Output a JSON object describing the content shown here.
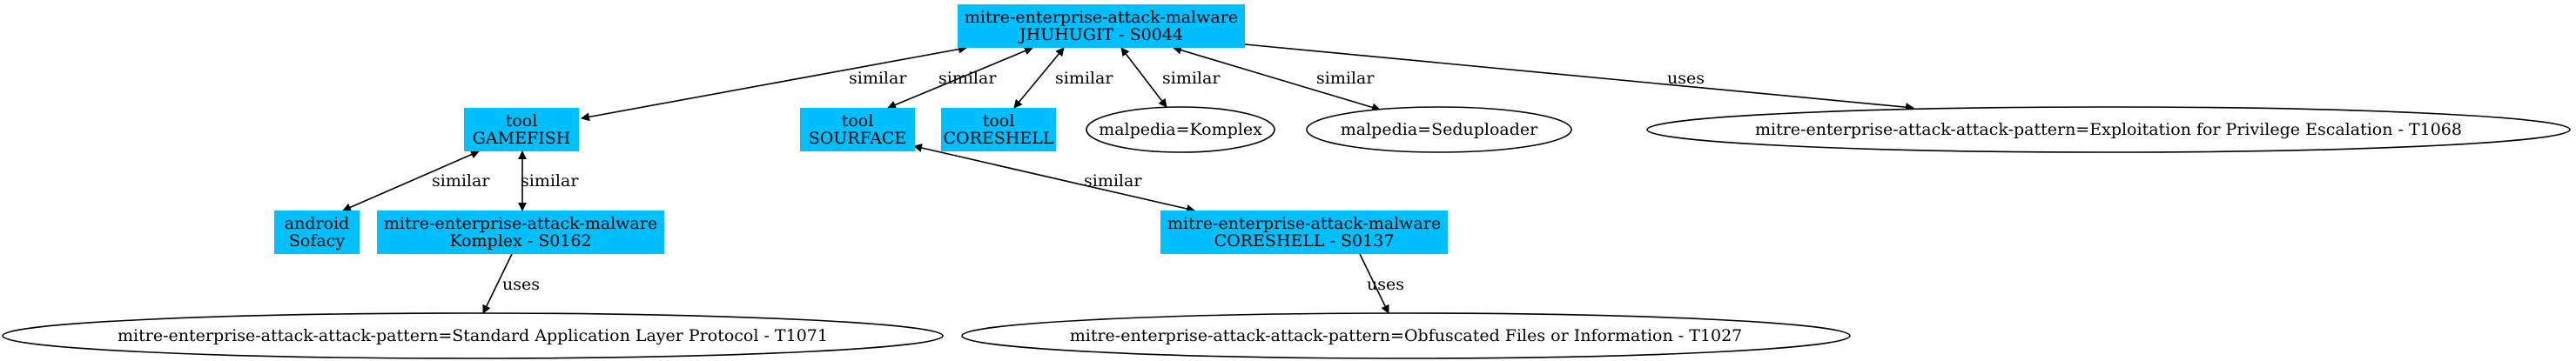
{
  "graph": {
    "node_fill": "#00bfff",
    "nodes": [
      {
        "id": "jhuhugit",
        "shape": "box",
        "lines": [
          "mitre-enterprise-attack-malware",
          "JHUHUGIT - S0044"
        ]
      },
      {
        "id": "gamefish",
        "shape": "box",
        "lines": [
          "tool",
          "GAMEFISH"
        ]
      },
      {
        "id": "sourface",
        "shape": "box",
        "lines": [
          "tool",
          "SOURFACE"
        ]
      },
      {
        "id": "coreshell-tool",
        "shape": "box",
        "lines": [
          "tool",
          "CORESHELL"
        ]
      },
      {
        "id": "malpedia-komplex",
        "shape": "ellipse",
        "lines": [
          "malpedia=Komplex"
        ]
      },
      {
        "id": "malpedia-seduploader",
        "shape": "ellipse",
        "lines": [
          "malpedia=Seduploader"
        ]
      },
      {
        "id": "pattern-t1068",
        "shape": "ellipse",
        "lines": [
          "mitre-enterprise-attack-attack-pattern=Exploitation for Privilege Escalation - T1068"
        ]
      },
      {
        "id": "android-sofacy",
        "shape": "box",
        "lines": [
          "android",
          "Sofacy"
        ]
      },
      {
        "id": "komplex-s0162",
        "shape": "box",
        "lines": [
          "mitre-enterprise-attack-malware",
          "Komplex - S0162"
        ]
      },
      {
        "id": "coreshell-s0137",
        "shape": "box",
        "lines": [
          "mitre-enterprise-attack-malware",
          "CORESHELL - S0137"
        ]
      },
      {
        "id": "pattern-t1071",
        "shape": "ellipse",
        "lines": [
          "mitre-enterprise-attack-attack-pattern=Standard Application Layer Protocol - T1071"
        ]
      },
      {
        "id": "pattern-t1027",
        "shape": "ellipse",
        "lines": [
          "mitre-enterprise-attack-attack-pattern=Obfuscated Files or Information - T1027"
        ]
      }
    ],
    "edges": [
      {
        "id": "e1",
        "from": "jhuhugit",
        "to": "gamefish",
        "label": "similar",
        "direction": "both"
      },
      {
        "id": "e2",
        "from": "jhuhugit",
        "to": "sourface",
        "label": "similar",
        "direction": "both"
      },
      {
        "id": "e3",
        "from": "jhuhugit",
        "to": "coreshell-tool",
        "label": "similar",
        "direction": "both"
      },
      {
        "id": "e4",
        "from": "jhuhugit",
        "to": "malpedia-komplex",
        "label": "similar",
        "direction": "both"
      },
      {
        "id": "e5",
        "from": "jhuhugit",
        "to": "malpedia-seduploader",
        "label": "similar",
        "direction": "both"
      },
      {
        "id": "e6",
        "from": "jhuhugit",
        "to": "pattern-t1068",
        "label": "uses",
        "direction": "forward"
      },
      {
        "id": "e7",
        "from": "gamefish",
        "to": "android-sofacy",
        "label": "similar",
        "direction": "both"
      },
      {
        "id": "e8",
        "from": "gamefish",
        "to": "komplex-s0162",
        "label": "similar",
        "direction": "both"
      },
      {
        "id": "e9",
        "from": "sourface",
        "to": "coreshell-s0137",
        "label": "similar",
        "direction": "both"
      },
      {
        "id": "e10",
        "from": "komplex-s0162",
        "to": "pattern-t1071",
        "label": "uses",
        "direction": "forward"
      },
      {
        "id": "e11",
        "from": "coreshell-s0137",
        "to": "pattern-t1027",
        "label": "uses",
        "direction": "forward"
      }
    ]
  }
}
